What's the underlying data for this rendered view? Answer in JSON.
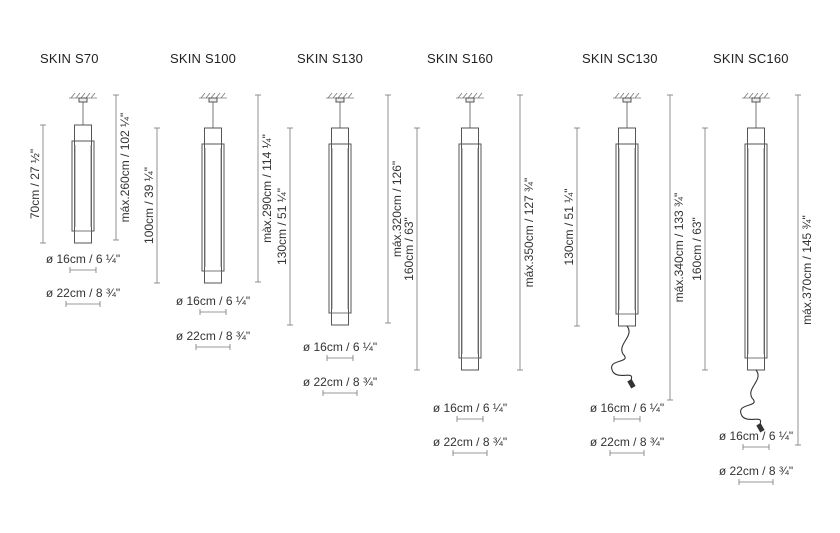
{
  "models": [
    {
      "name": "SKIN S70",
      "length_label": "70cm / 27 ½\"",
      "max_label": "máx.260cm / 102 ¼\"",
      "d_inner_label": "ø 16cm / 6 ¼\"",
      "d_outer_label": "ø 22cm / 8 ¾\"",
      "cord": false
    },
    {
      "name": "SKIN S100",
      "length_label": "100cm / 39 ¼\"",
      "max_label": "màx.290cm / 114 ¼\"",
      "d_inner_label": "ø 16cm / 6 ¼\"",
      "d_outer_label": "ø 22cm / 8 ¾\"",
      "cord": false
    },
    {
      "name": "SKIN S130",
      "length_label": "130cm / 51 ¼\"",
      "max_label": "máx.320cm / 126\"",
      "d_inner_label": "ø 16cm / 6 ¼\"",
      "d_outer_label": "ø 22cm / 8 ¾\"",
      "cord": false
    },
    {
      "name": "SKIN S160",
      "length_label": "160cm / 63\"",
      "max_label": "máx.350cm / 127 ¾\"",
      "d_inner_label": "ø 16cm / 6 ¼\"",
      "d_outer_label": "ø 22cm / 8 ¾\"",
      "cord": false
    },
    {
      "name": "SKIN SC130",
      "length_label": "130cm / 51 ¼\"",
      "max_label": "máx.340cm / 133 ¾\"",
      "d_inner_label": "ø 16cm / 6 ¼\"",
      "d_outer_label": "ø 22cm / 8 ¾\"",
      "cord": true
    },
    {
      "name": "SKIN SC160",
      "length_label": "160cm / 63\"",
      "max_label": "máx.370cm / 145 ¾\"",
      "d_inner_label": "ø 16cm / 6 ¼\"",
      "d_outer_label": "ø 22cm / 8 ¾\"",
      "cord": true
    }
  ]
}
